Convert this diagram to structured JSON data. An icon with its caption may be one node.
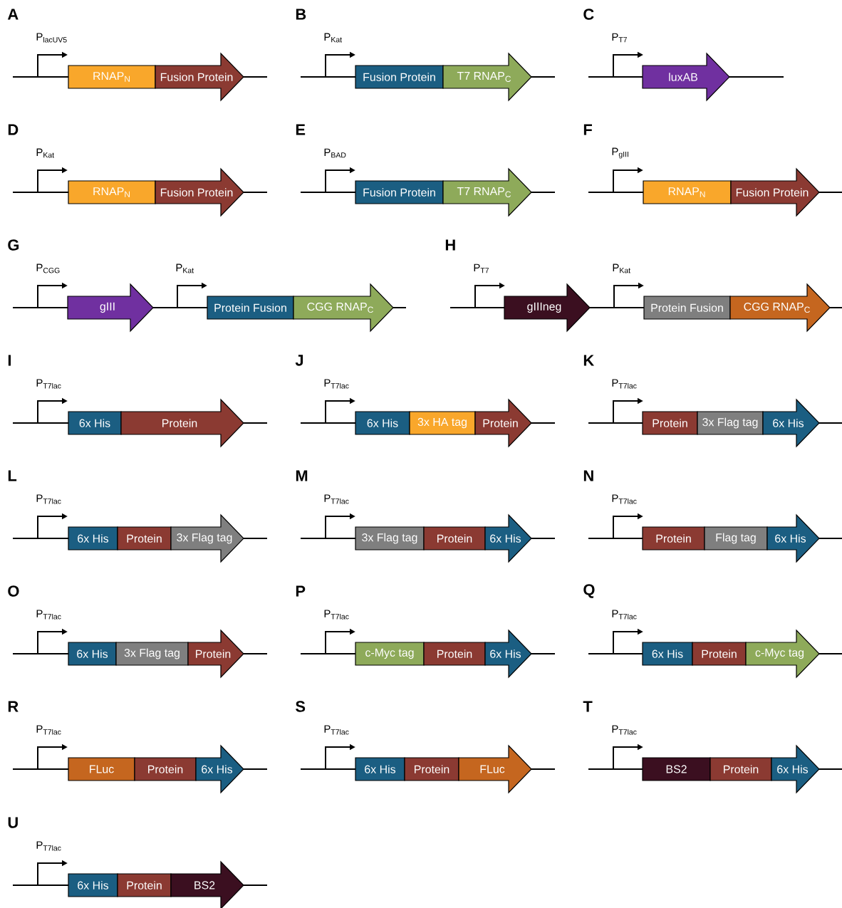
{
  "diagram": {
    "nodes": [
      {
        "text": [
          "RNAP$_{N}$"
        ]
      },
      {
        "text": [
          "Fusion Protein"
        ]
      },
      {
        "text": [
          "Fusion Protein"
        ]
      },
      {
        "text": [
          "T7 RNAP$_{C}$"
        ]
      },
      {
        "text": [
          "luxAB"
        ]
      },
      {
        "text": [
          "RNAP$_{N}$"
        ]
      },
      {
        "text": [
          "Fusion Protein"
        ]
      },
      {
        "text": [
          "Fusion Protein"
        ]
      },
      {
        "text": [
          "T7 RNAP$_{C}$"
        ]
      },
      {
        "text": [
          "RNAP$_{N}$"
        ]
      },
      {
        "text": [
          "Fusion Protein"
        ]
      },
      {
        "text": [
          "gIII"
        ]
      },
      {
        "text": [
          "Protein Fusion"
        ]
      },
      {
        "text": [
          "CGG RNAP$_{C}$"
        ]
      },
      {
        "text": [
          "gIIIneg"
        ]
      },
      {
        "text": [
          "Protein Fusion"
        ]
      },
      {
        "text": [
          "CGG RNAP$_{C}$"
        ]
      },
      {
        "text": [
          "6x His"
        ]
      },
      {
        "text": [
          "Protein"
        ]
      },
      {
        "text": [
          "6x His"
        ]
      },
      {
        "text": [
          "3x HA tag"
        ]
      },
      {
        "text": [
          "Protein"
        ]
      },
      {
        "text": [
          "Protein"
        ]
      },
      {
        "text": [
          "3x Flag tag"
        ]
      },
      {
        "text": [
          "6x His"
        ]
      },
      {
        "text": [
          "6x His"
        ]
      },
      {
        "text": [
          "Protein"
        ]
      },
      {
        "text": [
          "3x Flag tag"
        ]
      },
      {
        "text": [
          "3x Flag tag"
        ]
      },
      {
        "text": [
          "Protein"
        ]
      },
      {
        "text": [
          "6x His"
        ]
      },
      {
        "text": [
          "Protein"
        ]
      },
      {
        "text": [
          "Flag tag"
        ]
      },
      {
        "text": [
          "6x His"
        ]
      },
      {
        "text": [
          "6x His"
        ]
      },
      {
        "text": [
          "3x Flag tag"
        ]
      },
      {
        "text": [
          "Protein"
        ]
      },
      {
        "text": [
          "c-Myc tag"
        ]
      },
      {
        "text": [
          "Protein"
        ]
      },
      {
        "text": [
          "6x His"
        ]
      },
      {
        "text": [
          "6x His"
        ]
      },
      {
        "text": [
          "Protein"
        ]
      },
      {
        "text": [
          "c-Myc tag"
        ]
      },
      {
        "text": [
          "FLuc"
        ]
      },
      {
        "text": [
          "Protein"
        ]
      },
      {
        "text": [
          "6x His"
        ]
      },
      {
        "text": [
          "6x His"
        ]
      },
      {
        "text": [
          "Protein"
        ]
      },
      {
        "text": [
          "FLuc"
        ]
      },
      {
        "text": [
          "BS2"
        ]
      },
      {
        "text": [
          "Protein"
        ]
      },
      {
        "text": [
          "6x His"
        ]
      },
      {
        "text": [
          "6x His"
        ]
      },
      {
        "text": [
          "Protein"
        ]
      },
      {
        "text": [
          "BS2"
        ]
      }
    ],
    "labels": [
      "A",
      "P$_{lacUV5}$",
      "B",
      "P$_{Kat}$",
      "C",
      "P$_{T7}$",
      "D",
      "P$_{Kat}$",
      "E",
      "P$_{BAD}$",
      "F",
      "P$_{gIII}$",
      "G",
      "P$_{CGG}$",
      "P$_{Kat}$",
      "H",
      "P$_{T7}$",
      "P$_{Kat}$",
      "I",
      "P$_{T7lac}$",
      "J",
      "P$_{T7lac}$",
      "K",
      "P$_{T7lac}$",
      "L",
      "P$_{T7lac}$",
      "M",
      "P$_{T7lac}$",
      "N",
      "P$_{T7lac}$",
      "O",
      "P$_{T7lac}$",
      "P",
      "P$_{T7lac}$",
      "Q",
      "P$_{T7lac}$",
      "R",
      "P$_{T7lac}$",
      "S",
      "P$_{T7lac}$",
      "T",
      "P$_{T7lac}$",
      "U",
      "P$_{T7lac}$"
    ]
  }
}
